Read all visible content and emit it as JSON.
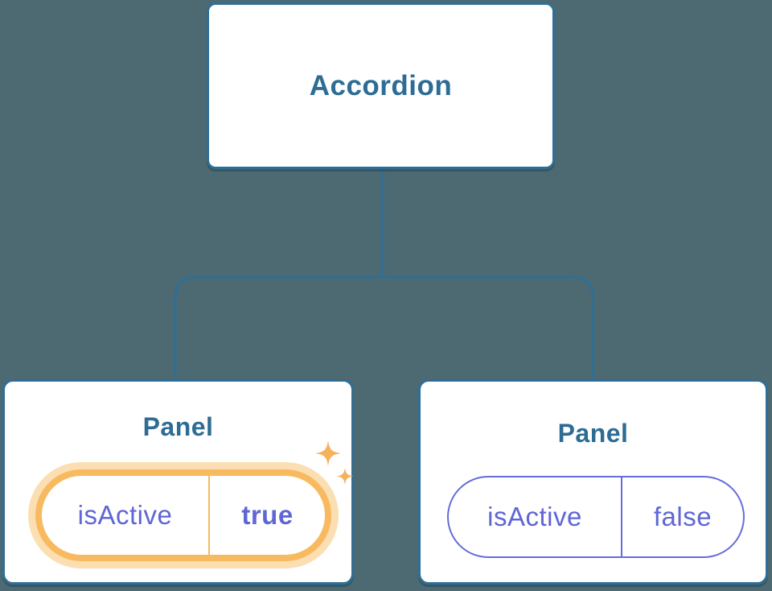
{
  "tree": {
    "root": {
      "label": "Accordion"
    },
    "children": [
      {
        "label": "Panel",
        "prop_name": "isActive",
        "prop_value": "true",
        "state": "active-highlighted"
      },
      {
        "label": "Panel",
        "prop_name": "isActive",
        "prop_value": "false",
        "state": "inactive"
      }
    ]
  },
  "icons": {
    "sparkle": "sparkle-icon"
  },
  "colors": {
    "background": "#4D6971",
    "node_border_blue": "#2F6F96",
    "node_text_blue": "#2D6C94",
    "prop_text_purple": "#5F66D5",
    "prop_border_purple": "#666DD8",
    "highlight_orange": "#F8BA60",
    "highlight_orange_light": "#FBDFB2",
    "card_background": "#FFFFFF"
  }
}
